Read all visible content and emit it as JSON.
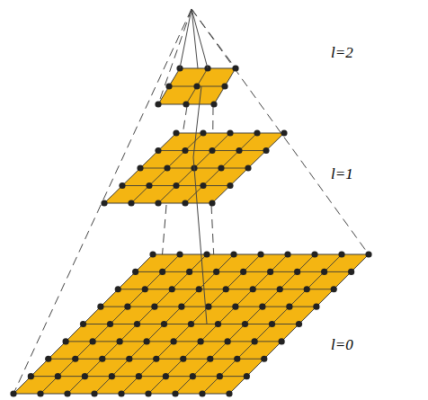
{
  "diagram": {
    "labels": [
      "l=2",
      "l=1",
      "l=0"
    ]
  }
}
